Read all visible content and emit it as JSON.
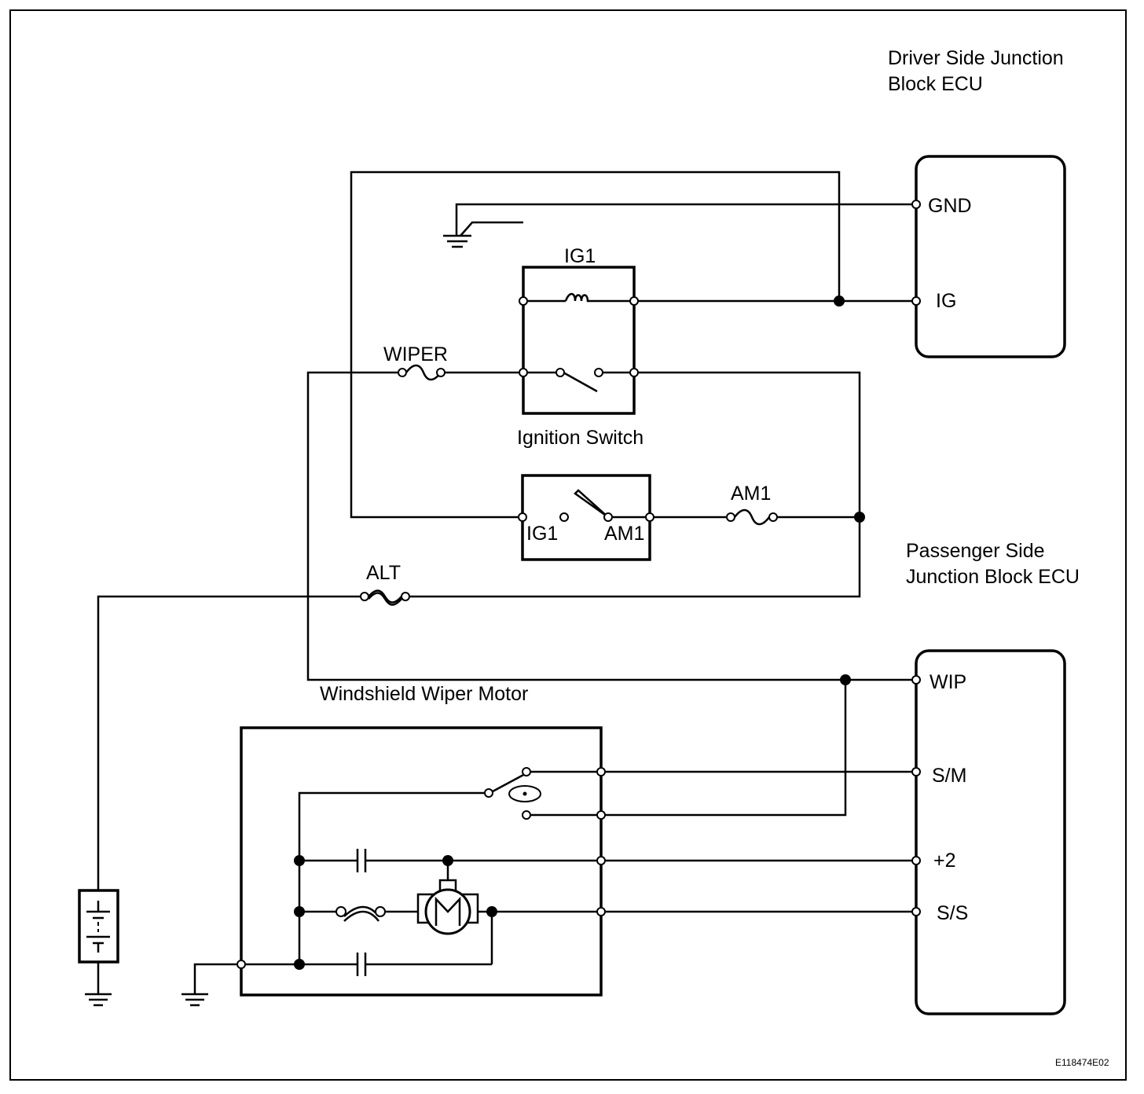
{
  "labels": {
    "driver_ecu": [
      "Driver Side Junction",
      "Block ECU"
    ],
    "passenger_ecu": [
      "Passenger Side",
      "Junction Block ECU"
    ],
    "ig1_relay": "IG1",
    "ignition_switch": "Ignition Switch",
    "wiper_fuse": "WIPER",
    "am1_fuse": "AM1",
    "alt_fuse": "ALT",
    "switch_ig1": "IG1",
    "switch_am1": "AM1",
    "wiper_motor": "Windshield Wiper Motor",
    "figure_code": "E118474E02"
  },
  "driver_pins": {
    "gnd": "GND",
    "ig": "IG"
  },
  "passenger_pins": {
    "wip": "WIP",
    "sm": "S/M",
    "plus2": "+2",
    "ss": "S/S"
  }
}
